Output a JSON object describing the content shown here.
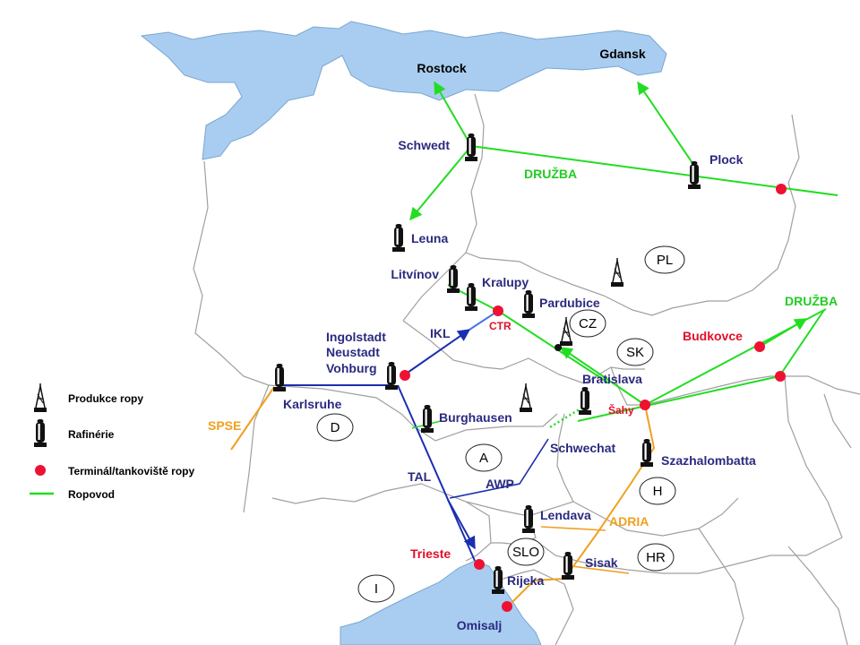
{
  "colors": {
    "water": "#a9cdf0",
    "water_stroke": "#7aa6d0",
    "border": "#a0a0a0",
    "druzba": "#22dd22",
    "ikl_tal": "#1a2fb0",
    "adria": "#f0a020",
    "terminal": "#ee1133",
    "label_blue": "#2a2a80",
    "label_green": "#22cc22",
    "label_orange": "#f0a020",
    "label_red": "#e0102a"
  },
  "seas": [
    {
      "id": "rostock",
      "label": "Rostock"
    },
    {
      "id": "gdansk",
      "label": "Gdansk"
    }
  ],
  "cities": [
    {
      "id": "schwedt",
      "label": "Schwedt"
    },
    {
      "id": "plock",
      "label": "Plock"
    },
    {
      "id": "leuna",
      "label": "Leuna"
    },
    {
      "id": "litvinov",
      "label": "Litvínov"
    },
    {
      "id": "kralupy",
      "label": "Kralupy"
    },
    {
      "id": "pardubice",
      "label": "Pardubice"
    },
    {
      "id": "ingolstadt",
      "label": "Ingolstadt"
    },
    {
      "id": "neustadt",
      "label": "Neustadt"
    },
    {
      "id": "vohburg",
      "label": "Vohburg"
    },
    {
      "id": "karlsruhe",
      "label": "Karlsruhe"
    },
    {
      "id": "burghausen",
      "label": "Burghausen"
    },
    {
      "id": "bratislava",
      "label": "Bratislava"
    },
    {
      "id": "schwechat",
      "label": "Schwechat"
    },
    {
      "id": "szazhalombatta",
      "label": "Szazhalombatta"
    },
    {
      "id": "lendava",
      "label": "Lendava"
    },
    {
      "id": "sisak",
      "label": "Sisak"
    },
    {
      "id": "rijeka",
      "label": "Rijeka"
    },
    {
      "id": "omisalj",
      "label": "Omisalj"
    }
  ],
  "terminals": [
    {
      "id": "ctr",
      "label": "CTR"
    },
    {
      "id": "budkovce",
      "label": "Budkovce"
    },
    {
      "id": "sahy",
      "label": "Šahy"
    },
    {
      "id": "trieste",
      "label": "Trieste"
    }
  ],
  "pipelines": [
    {
      "id": "druzba_north",
      "label": "DRUŽBA"
    },
    {
      "id": "druzba_east",
      "label": "DRUŽBA"
    },
    {
      "id": "ikl",
      "label": "IKL"
    },
    {
      "id": "tal",
      "label": "TAL"
    },
    {
      "id": "awp",
      "label": "AWP"
    },
    {
      "id": "adria",
      "label": "ADRIA"
    },
    {
      "id": "spse",
      "label": "SPSE"
    }
  ],
  "countries": [
    {
      "id": "pl",
      "label": "PL"
    },
    {
      "id": "cz",
      "label": "CZ"
    },
    {
      "id": "sk",
      "label": "SK"
    },
    {
      "id": "d",
      "label": "D"
    },
    {
      "id": "a",
      "label": "A"
    },
    {
      "id": "h",
      "label": "H"
    },
    {
      "id": "slo",
      "label": "SLO"
    },
    {
      "id": "hr",
      "label": "HR"
    },
    {
      "id": "i",
      "label": "I"
    }
  ],
  "legend": [
    {
      "id": "production",
      "label": "Produkce ropy",
      "icon": "oil-derrick-icon"
    },
    {
      "id": "refinery",
      "label": "Rafinérie",
      "icon": "refinery-icon"
    },
    {
      "id": "terminal",
      "label": "Terminál/tankoviště ropy",
      "icon": "terminal-dot-icon"
    },
    {
      "id": "pipeline",
      "label": "Ropovod",
      "icon": "pipeline-line-icon"
    }
  ]
}
